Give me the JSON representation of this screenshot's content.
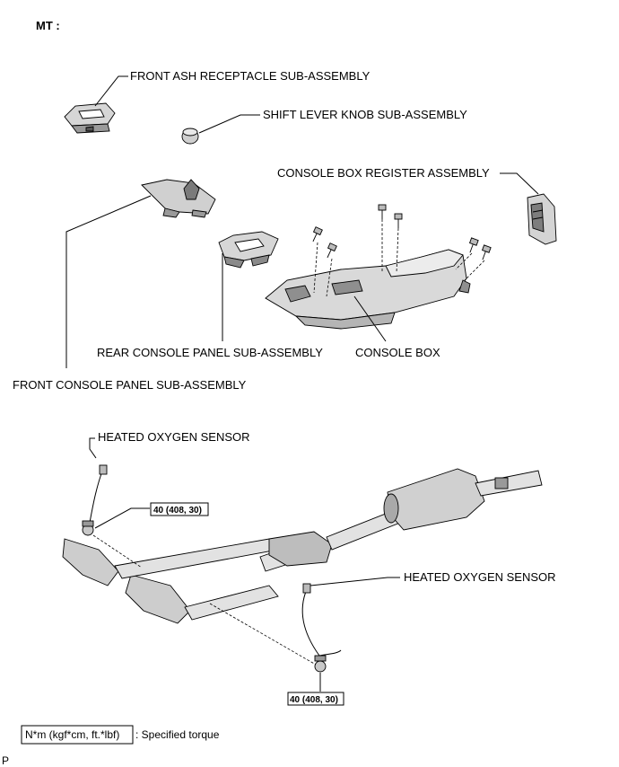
{
  "header": {
    "title": "MT :"
  },
  "labels": {
    "front_ash": "FRONT ASH RECEPTACLE SUB-ASSEMBLY",
    "shift_knob": "SHIFT LEVER KNOB SUB-ASSEMBLY",
    "register": "CONSOLE BOX REGISTER ASSEMBLY",
    "rear_panel": "REAR CONSOLE PANEL SUB-ASSEMBLY",
    "console_box": "CONSOLE BOX",
    "front_panel": "FRONT CONSOLE PANEL SUB-ASSEMBLY",
    "o2_sensor_1": "HEATED OXYGEN SENSOR",
    "o2_sensor_2": "HEATED OXYGEN SENSOR"
  },
  "torques": {
    "t1": "40 (408, 30)",
    "t2": "40 (408, 30)"
  },
  "legend": {
    "unit": "N*m (kgf*cm, ft.*lbf)",
    "description": ": Specified torque"
  },
  "footer": {
    "code": "P"
  }
}
